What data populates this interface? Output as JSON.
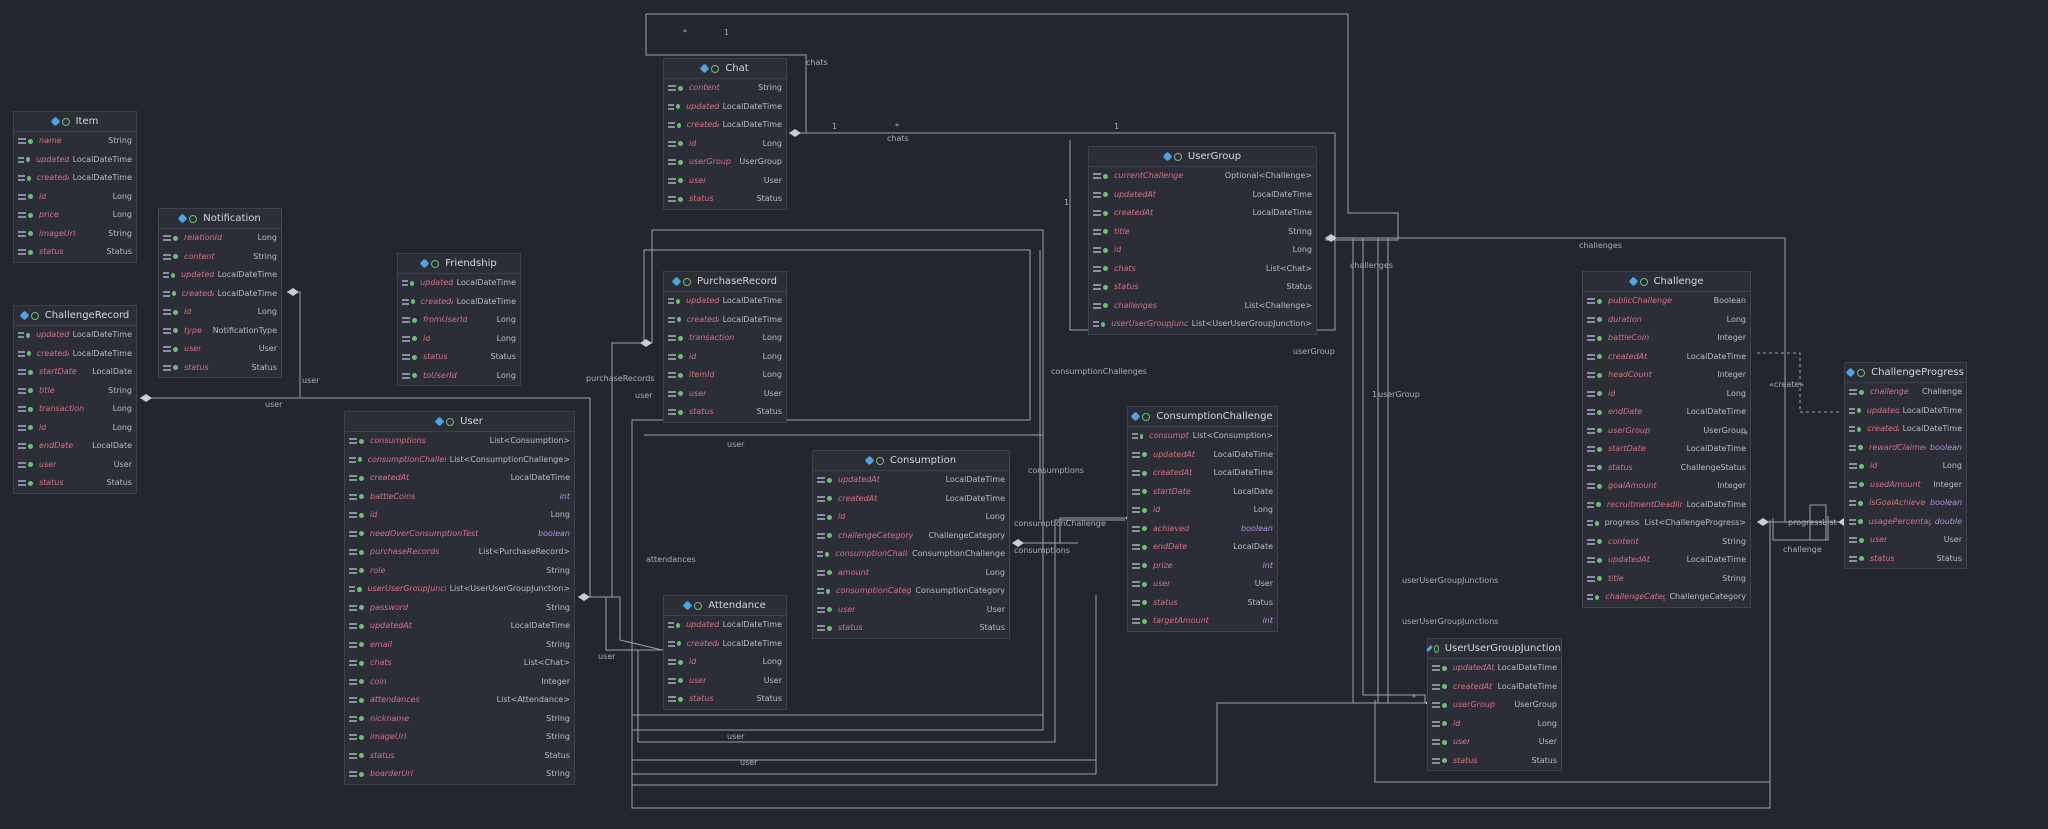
{
  "classes": [
    {
      "id": "item",
      "name": "Item",
      "fields": [
        {
          "name": "name",
          "type": "String"
        },
        {
          "name": "updatedAt",
          "type": "LocalDateTime"
        },
        {
          "name": "createdAt",
          "type": "LocalDateTime"
        },
        {
          "name": "id",
          "type": "Long"
        },
        {
          "name": "price",
          "type": "Long"
        },
        {
          "name": "imageUrl",
          "type": "String"
        },
        {
          "name": "status",
          "type": "Status"
        }
      ]
    },
    {
      "id": "challengerecord",
      "name": "ChallengeRecord",
      "fields": [
        {
          "name": "updatedAt",
          "type": "LocalDateTime"
        },
        {
          "name": "createdAt",
          "type": "LocalDateTime"
        },
        {
          "name": "startDate",
          "type": "LocalDate"
        },
        {
          "name": "title",
          "type": "String"
        },
        {
          "name": "transaction",
          "type": "Long"
        },
        {
          "name": "id",
          "type": "Long"
        },
        {
          "name": "endDate",
          "type": "LocalDate"
        },
        {
          "name": "user",
          "type": "User"
        },
        {
          "name": "status",
          "type": "Status"
        }
      ]
    },
    {
      "id": "notification",
      "name": "Notification",
      "fields": [
        {
          "name": "relationId",
          "type": "Long"
        },
        {
          "name": "content",
          "type": "String"
        },
        {
          "name": "updatedAt",
          "type": "LocalDateTime"
        },
        {
          "name": "createdAt",
          "type": "LocalDateTime"
        },
        {
          "name": "id",
          "type": "Long"
        },
        {
          "name": "type",
          "type": "NotificationType"
        },
        {
          "name": "user",
          "type": "User"
        },
        {
          "name": "status",
          "type": "Status"
        }
      ]
    },
    {
      "id": "friendship",
      "name": "Friendship",
      "fields": [
        {
          "name": "updatedAt",
          "type": "LocalDateTime"
        },
        {
          "name": "createdAt",
          "type": "LocalDateTime"
        },
        {
          "name": "fromUserId",
          "type": "Long"
        },
        {
          "name": "id",
          "type": "Long"
        },
        {
          "name": "status",
          "type": "Status"
        },
        {
          "name": "toUserId",
          "type": "Long"
        }
      ]
    },
    {
      "id": "user",
      "name": "User",
      "fields": [
        {
          "name": "consumptions",
          "type": "List<Consumption>",
          "gen": true
        },
        {
          "name": "consumptionChallenges",
          "type": "List<ConsumptionChallenge>",
          "gen": true
        },
        {
          "name": "createdAt",
          "type": "LocalDateTime"
        },
        {
          "name": "battleCoins",
          "type": "int",
          "prim": true
        },
        {
          "name": "id",
          "type": "Long"
        },
        {
          "name": "needOverConsumptionTest",
          "type": "boolean",
          "prim": true
        },
        {
          "name": "purchaseRecords",
          "type": "List<PurchaseRecord>",
          "gen": true
        },
        {
          "name": "role",
          "type": "String"
        },
        {
          "name": "userUserGroupJunctions",
          "type": "List<UserUserGroupJunction>",
          "gen": true
        },
        {
          "name": "password",
          "type": "String"
        },
        {
          "name": "updatedAt",
          "type": "LocalDateTime"
        },
        {
          "name": "email",
          "type": "String"
        },
        {
          "name": "chats",
          "type": "List<Chat>",
          "gen": true
        },
        {
          "name": "coin",
          "type": "Integer"
        },
        {
          "name": "attendances",
          "type": "List<Attendance>",
          "gen": true
        },
        {
          "name": "nickname",
          "type": "String"
        },
        {
          "name": "imageUrl",
          "type": "String"
        },
        {
          "name": "status",
          "type": "Status"
        },
        {
          "name": "boarderUrl",
          "type": "String"
        }
      ]
    },
    {
      "id": "chat",
      "name": "Chat",
      "fields": [
        {
          "name": "content",
          "type": "String"
        },
        {
          "name": "updatedAt",
          "type": "LocalDateTime"
        },
        {
          "name": "createdAt",
          "type": "LocalDateTime"
        },
        {
          "name": "id",
          "type": "Long"
        },
        {
          "name": "userGroup",
          "type": "UserGroup"
        },
        {
          "name": "user",
          "type": "User"
        },
        {
          "name": "status",
          "type": "Status"
        }
      ]
    },
    {
      "id": "purchaserecord",
      "name": "PurchaseRecord",
      "fields": [
        {
          "name": "updatedAt",
          "type": "LocalDateTime"
        },
        {
          "name": "createdAt",
          "type": "LocalDateTime"
        },
        {
          "name": "transaction",
          "type": "Long"
        },
        {
          "name": "id",
          "type": "Long"
        },
        {
          "name": "itemId",
          "type": "Long"
        },
        {
          "name": "user",
          "type": "User"
        },
        {
          "name": "status",
          "type": "Status"
        }
      ]
    },
    {
      "id": "attendance",
      "name": "Attendance",
      "fields": [
        {
          "name": "updatedAt",
          "type": "LocalDateTime"
        },
        {
          "name": "createdAt",
          "type": "LocalDateTime"
        },
        {
          "name": "id",
          "type": "Long"
        },
        {
          "name": "user",
          "type": "User"
        },
        {
          "name": "status",
          "type": "Status"
        }
      ]
    },
    {
      "id": "consumption",
      "name": "Consumption",
      "fields": [
        {
          "name": "updatedAt",
          "type": "LocalDateTime"
        },
        {
          "name": "createdAt",
          "type": "LocalDateTime"
        },
        {
          "name": "id",
          "type": "Long"
        },
        {
          "name": "challengeCategory",
          "type": "ChallengeCategory"
        },
        {
          "name": "consumptionChallenge",
          "type": "ConsumptionChallenge"
        },
        {
          "name": "amount",
          "type": "Long"
        },
        {
          "name": "consumptionCategory",
          "type": "ConsumptionCategory"
        },
        {
          "name": "user",
          "type": "User"
        },
        {
          "name": "status",
          "type": "Status"
        }
      ]
    },
    {
      "id": "usergroup",
      "name": "UserGroup",
      "fields": [
        {
          "name": "currentChallenge",
          "type": "Optional<Challenge>",
          "gen": true
        },
        {
          "name": "updatedAt",
          "type": "LocalDateTime"
        },
        {
          "name": "createdAt",
          "type": "LocalDateTime"
        },
        {
          "name": "title",
          "type": "String"
        },
        {
          "name": "id",
          "type": "Long"
        },
        {
          "name": "chats",
          "type": "List<Chat>",
          "gen": true
        },
        {
          "name": "status",
          "type": "Status"
        },
        {
          "name": "challenges",
          "type": "List<Challenge>",
          "gen": true
        },
        {
          "name": "userUserGroupJunctions",
          "type": "List<UserUserGroupJunction>",
          "gen": true
        }
      ]
    },
    {
      "id": "consumptionchallenge",
      "name": "ConsumptionChallenge",
      "fields": [
        {
          "name": "consumptions",
          "type": "List<Consumption>",
          "gen": true
        },
        {
          "name": "updatedAt",
          "type": "LocalDateTime"
        },
        {
          "name": "createdAt",
          "type": "LocalDateTime"
        },
        {
          "name": "startDate",
          "type": "LocalDate"
        },
        {
          "name": "id",
          "type": "Long"
        },
        {
          "name": "achieved",
          "type": "boolean",
          "prim": true
        },
        {
          "name": "endDate",
          "type": "LocalDate"
        },
        {
          "name": "prize",
          "type": "int",
          "prim": true
        },
        {
          "name": "user",
          "type": "User"
        },
        {
          "name": "status",
          "type": "Status"
        },
        {
          "name": "targetAmount",
          "type": "int",
          "prim": true
        }
      ]
    },
    {
      "id": "challenge",
      "name": "Challenge",
      "fields": [
        {
          "name": "publicChallenge",
          "type": "Boolean"
        },
        {
          "name": "duration",
          "type": "Long"
        },
        {
          "name": "battleCoin",
          "type": "Integer"
        },
        {
          "name": "createdAt",
          "type": "LocalDateTime"
        },
        {
          "name": "headCount",
          "type": "Integer"
        },
        {
          "name": "id",
          "type": "Long"
        },
        {
          "name": "endDate",
          "type": "LocalDateTime"
        },
        {
          "name": "userGroup",
          "type": "UserGroup"
        },
        {
          "name": "startDate",
          "type": "LocalDateTime"
        },
        {
          "name": "status",
          "type": "ChallengeStatus"
        },
        {
          "name": "goalAmount",
          "type": "Integer"
        },
        {
          "name": "recruitmentDeadline",
          "type": "LocalDateTime"
        },
        {
          "name": "progressList",
          "type": "List<ChallengeProgress>",
          "gen": true,
          "plain": true
        },
        {
          "name": "content",
          "type": "String"
        },
        {
          "name": "updatedAt",
          "type": "LocalDateTime"
        },
        {
          "name": "title",
          "type": "String"
        },
        {
          "name": "challengeCategory",
          "type": "ChallengeCategory"
        }
      ]
    },
    {
      "id": "userusergroupjunction",
      "name": "UserUserGroupJunction",
      "fields": [
        {
          "name": "updatedAt",
          "type": "LocalDateTime"
        },
        {
          "name": "createdAt",
          "type": "LocalDateTime"
        },
        {
          "name": "userGroup",
          "type": "UserGroup"
        },
        {
          "name": "id",
          "type": "Long"
        },
        {
          "name": "user",
          "type": "User"
        },
        {
          "name": "status",
          "type": "Status"
        }
      ]
    },
    {
      "id": "challengeprogress",
      "name": "ChallengeProgress",
      "fields": [
        {
          "name": "challenge",
          "type": "Challenge"
        },
        {
          "name": "updatedAt",
          "type": "LocalDateTime"
        },
        {
          "name": "createdAt",
          "type": "LocalDateTime"
        },
        {
          "name": "rewardClaimed",
          "type": "boolean",
          "prim": true
        },
        {
          "name": "id",
          "type": "Long"
        },
        {
          "name": "usedAmount",
          "type": "Integer"
        },
        {
          "name": "isGoalAchieved",
          "type": "boolean",
          "prim": true
        },
        {
          "name": "usagePercentage",
          "type": "double",
          "prim": true
        },
        {
          "name": "user",
          "type": "User"
        },
        {
          "name": "status",
          "type": "Status"
        }
      ]
    }
  ],
  "edge_labels": [
    "chats",
    "chats",
    "challenges",
    "challenges",
    "userGroup",
    "userGroup",
    "user",
    "user",
    "user",
    "user",
    "user",
    "user",
    "user",
    "purchaseRecords",
    "attendances",
    "consumptions",
    "consumptions",
    "consumptionChallenge",
    "consumptionChallenges",
    "userUserGroupJunctions",
    "userUserGroupJunctions",
    "progressList",
    "challenge",
    "«create»",
    "1",
    "1",
    "1",
    "1",
    "1",
    "*",
    "*",
    "*",
    "*"
  ],
  "colors": {
    "background": "#23262e",
    "box": "#2b2e37",
    "border": "#3d414c",
    "field": "#d66f84",
    "primitive": "#b48ee0",
    "class_icon": "#4fa3e0"
  }
}
